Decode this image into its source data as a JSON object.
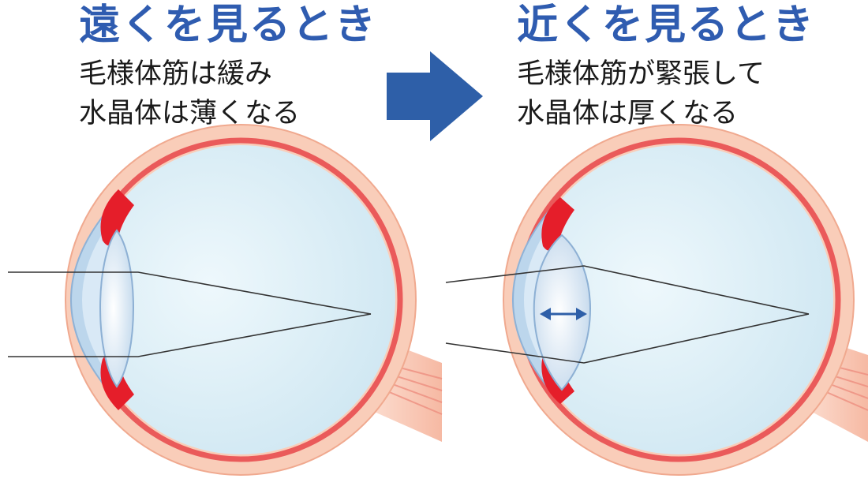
{
  "colors": {
    "title_blue": "#2f5cb0",
    "arrow_blue": "#2e5fa8",
    "sclera_outer": "#f9cdb9",
    "choroid_red": "#ea5a5a",
    "vitreous_blue": "#d6ecf5",
    "cornea_blue": "#bcd6ec",
    "ciliary_red": "#e51e2a"
  },
  "far": {
    "title": "遠くを見るとき",
    "desc_line1": "毛様体筋は緩み",
    "desc_line2": "水晶体は薄くなる"
  },
  "near": {
    "title": "近くを見るとき",
    "desc_line1": "毛様体筋が緊張して",
    "desc_line2": "水晶体は厚くなる"
  },
  "icons": {
    "transition": "right-arrow-icon",
    "thickening": "double-arrow-icon"
  }
}
